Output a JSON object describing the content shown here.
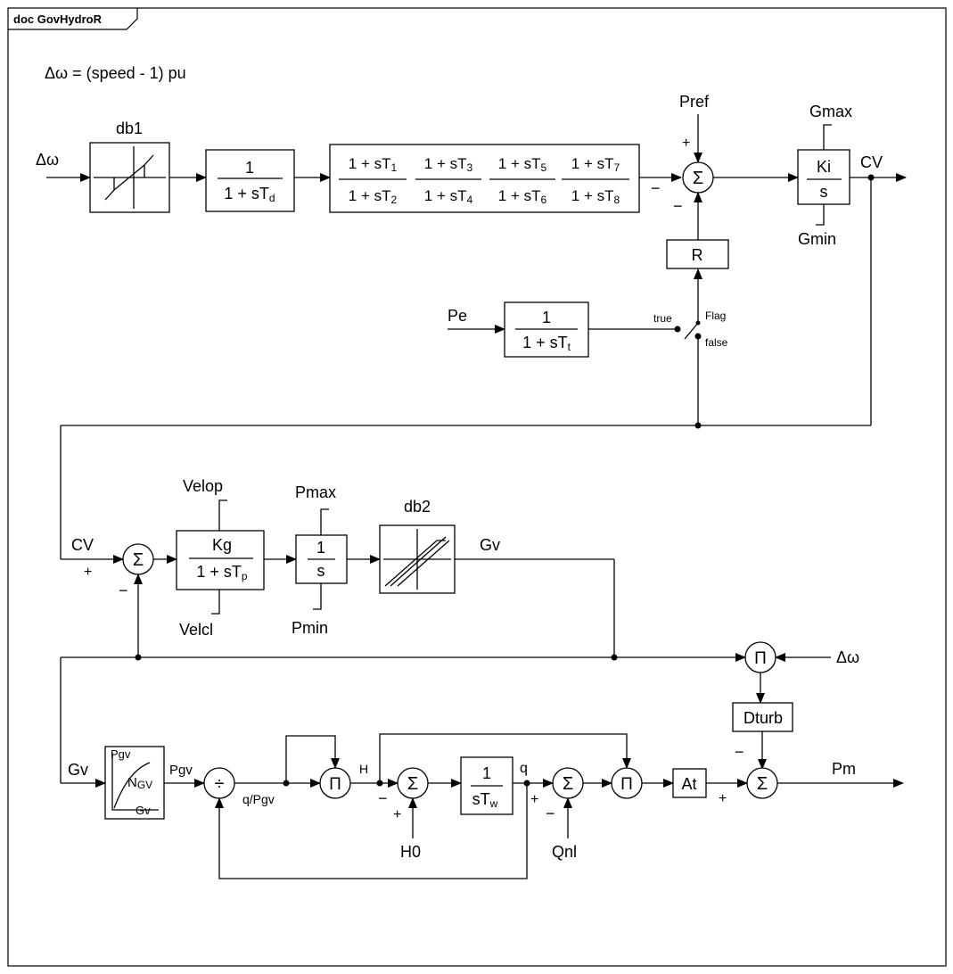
{
  "frame": {
    "title": "doc GovHydroR"
  },
  "note": "Δω = (speed - 1) pu",
  "inputs": {
    "dw_left": "Δω",
    "pe": "Pe",
    "pref": "Pref",
    "dw_right": "Δω",
    "h0": "H0",
    "qnl": "Qnl"
  },
  "outputs": {
    "cv": "CV",
    "pm": "Pm"
  },
  "blocks": {
    "db1": "db1",
    "td": {
      "num": "1",
      "den": "1 + sT",
      "sub": "d"
    },
    "lead_lag": [
      {
        "num": "1 + sT",
        "num_sub": "1",
        "den": "1 + sT",
        "den_sub": "2"
      },
      {
        "num": "1 + sT",
        "num_sub": "3",
        "den": "1 + sT",
        "den_sub": "4"
      },
      {
        "num": "1 + sT",
        "num_sub": "5",
        "den": "1 + sT",
        "den_sub": "6"
      },
      {
        "num": "1 + sT",
        "num_sub": "7",
        "den": "1 + sT",
        "den_sub": "8"
      }
    ],
    "ki": {
      "num": "Ki",
      "den": "s",
      "max": "Gmax",
      "min": "Gmin"
    },
    "r": "R",
    "tt": {
      "num": "1",
      "den": "1 + sT",
      "sub": "t"
    },
    "switch": {
      "true": "true",
      "flag": "Flag",
      "false": "false"
    },
    "kg": {
      "num": "Kg",
      "den": "1 + sT",
      "sub": "p",
      "max": "Velop",
      "min": "Velcl"
    },
    "integ": {
      "num": "1",
      "den": "s",
      "max": "Pmax",
      "min": "Pmin"
    },
    "db2": "db2",
    "ngv": {
      "top": "Pgv",
      "mid": "N",
      "mid_sub": "GV",
      "bot": "Gv"
    },
    "tw": {
      "num": "1",
      "den": "sT",
      "sub": "w"
    },
    "at": "At",
    "dturb": "Dturb"
  },
  "signals": {
    "cv_in": "CV",
    "gv_top": "Gv",
    "gv_left": "Gv",
    "pgv": "Pgv",
    "q_pgv": "q/Pgv",
    "h": "H",
    "q": "q"
  },
  "symbols": {
    "sum": "Σ",
    "prod": "Π",
    "div": "÷",
    "plus": "+",
    "minus": "−"
  }
}
